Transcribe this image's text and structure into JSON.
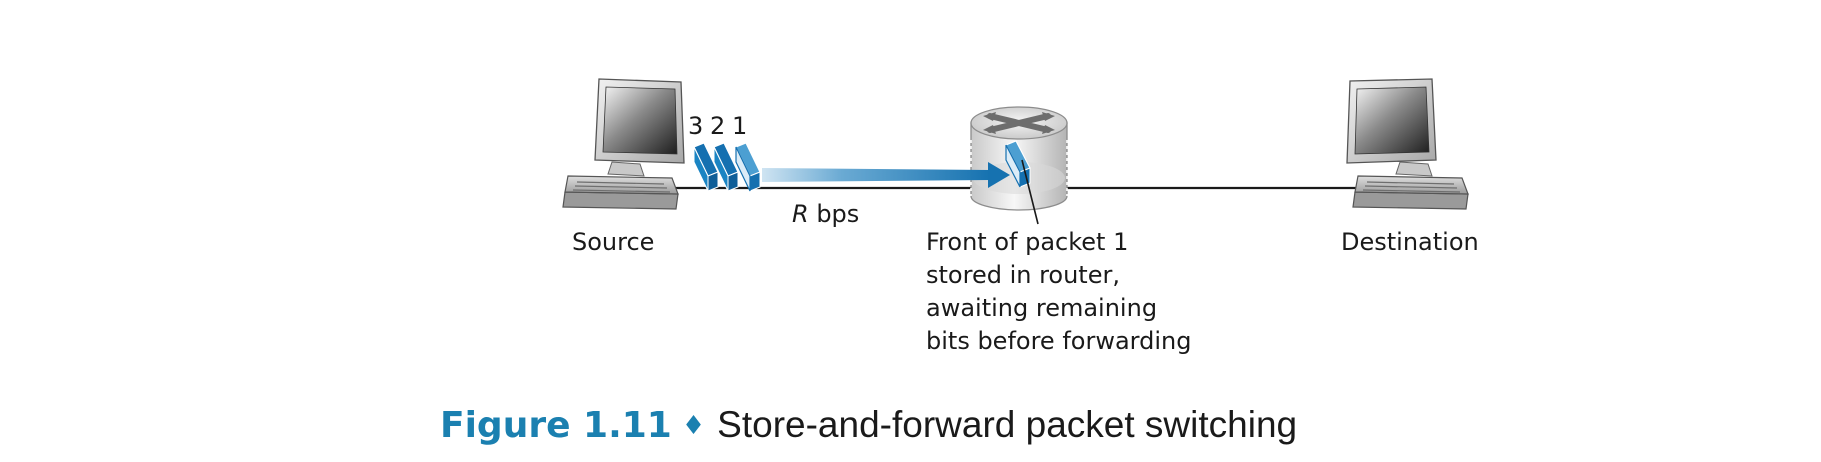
{
  "labels": {
    "packet_numbers": [
      "3",
      "2",
      "1"
    ],
    "link_rate_var": "R",
    "link_rate_unit": " bps",
    "source": "Source",
    "destination": "Destination",
    "router_caption": [
      "Front of packet 1",
      "stored in router,",
      "awaiting remaining",
      "bits before forwarding"
    ]
  },
  "caption": {
    "figure_number": "Figure 1.11",
    "separator": "♦",
    "title": "Store-and-forward packet switching"
  },
  "colors": {
    "accent": "#1b80b0",
    "packet_fill": "#1576b3",
    "link_line": "#1a1a1a",
    "caption_blue": "#1b80b0"
  },
  "icons": [
    "source-computer-icon",
    "router-icon",
    "destination-computer-icon"
  ]
}
